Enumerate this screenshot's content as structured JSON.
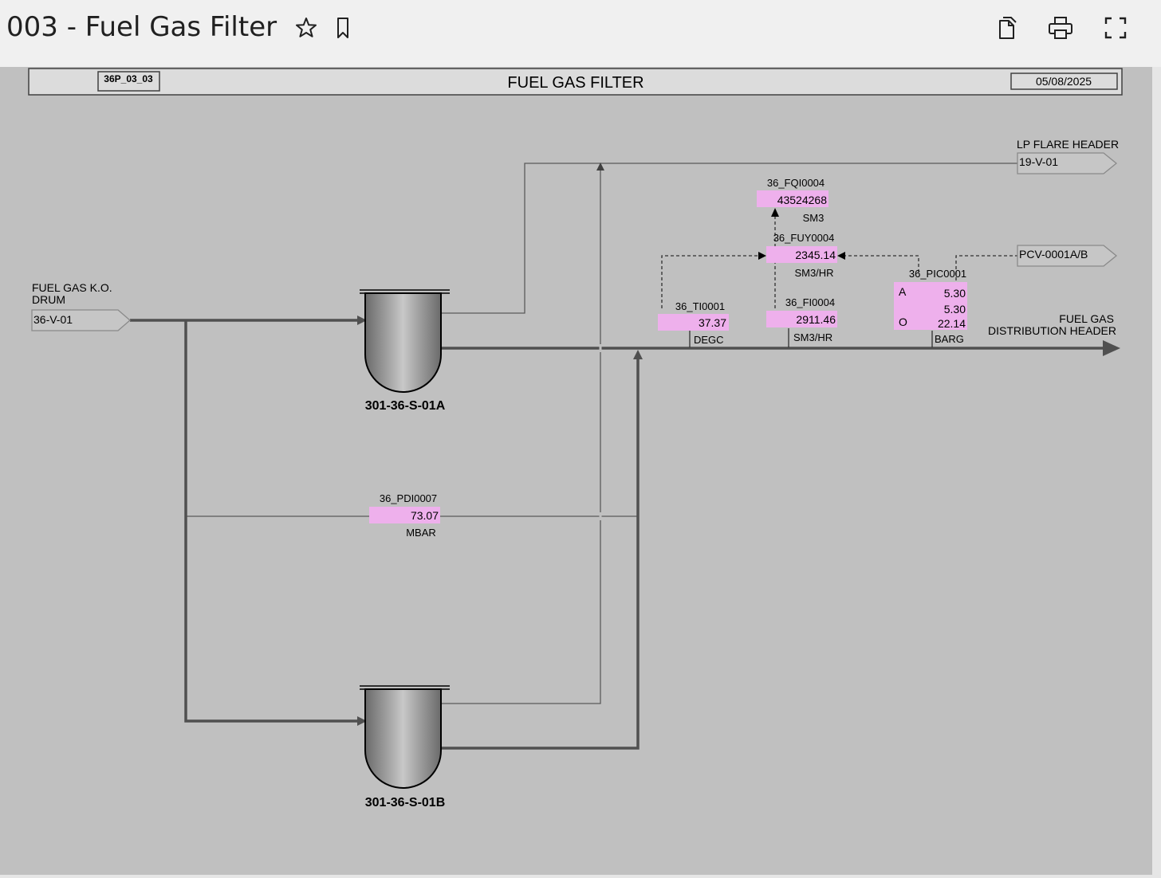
{
  "header": {
    "title": "003 - Fuel Gas Filter",
    "icons": [
      "star-icon",
      "bookmark-icon",
      "copy-icon",
      "print-icon",
      "fullscreen-icon"
    ]
  },
  "display": {
    "id_box": "36P_03_03",
    "title": "FUEL GAS FILTER",
    "date": "05/08/2025"
  },
  "colors": {
    "canvas": "#c0c0c0",
    "pipe": "#505050",
    "value_box": "#eeb0ec"
  },
  "connectors": {
    "inlet_label_line1": "FUEL GAS K.O.",
    "inlet_label_line2": "DRUM",
    "inlet_tag": "36-V-01",
    "flare_label": "LP FLARE HEADER",
    "flare_tag": "19-V-01",
    "pcv_tag": "PCV-0001A/B",
    "outlet_label_line1": "FUEL GAS",
    "outlet_label_line2": "DISTRIBUTION HEADER"
  },
  "equipment": {
    "filter_a": "301-36-S-01A",
    "filter_b": "301-36-S-01B"
  },
  "instruments": {
    "fqi": {
      "tag": "36_FQI0004",
      "value": "43524268",
      "unit": "SM3"
    },
    "fuy": {
      "tag": "36_FUY0004",
      "value": "2345.14",
      "unit": "SM3/HR"
    },
    "ti": {
      "tag": "36_TI0001",
      "value": "37.37",
      "unit": "DEGC"
    },
    "fi": {
      "tag": "36_FI0004",
      "value": "2911.46",
      "unit": "SM3/HR"
    },
    "pic": {
      "tag": "36_PIC0001",
      "mode": "A",
      "pv": "5.30",
      "sp": "5.30",
      "out_label": "O",
      "out": "22.14",
      "unit": "BARG"
    },
    "pdi": {
      "tag": "36_PDI0007",
      "value": "73.07",
      "unit": "MBAR"
    }
  }
}
